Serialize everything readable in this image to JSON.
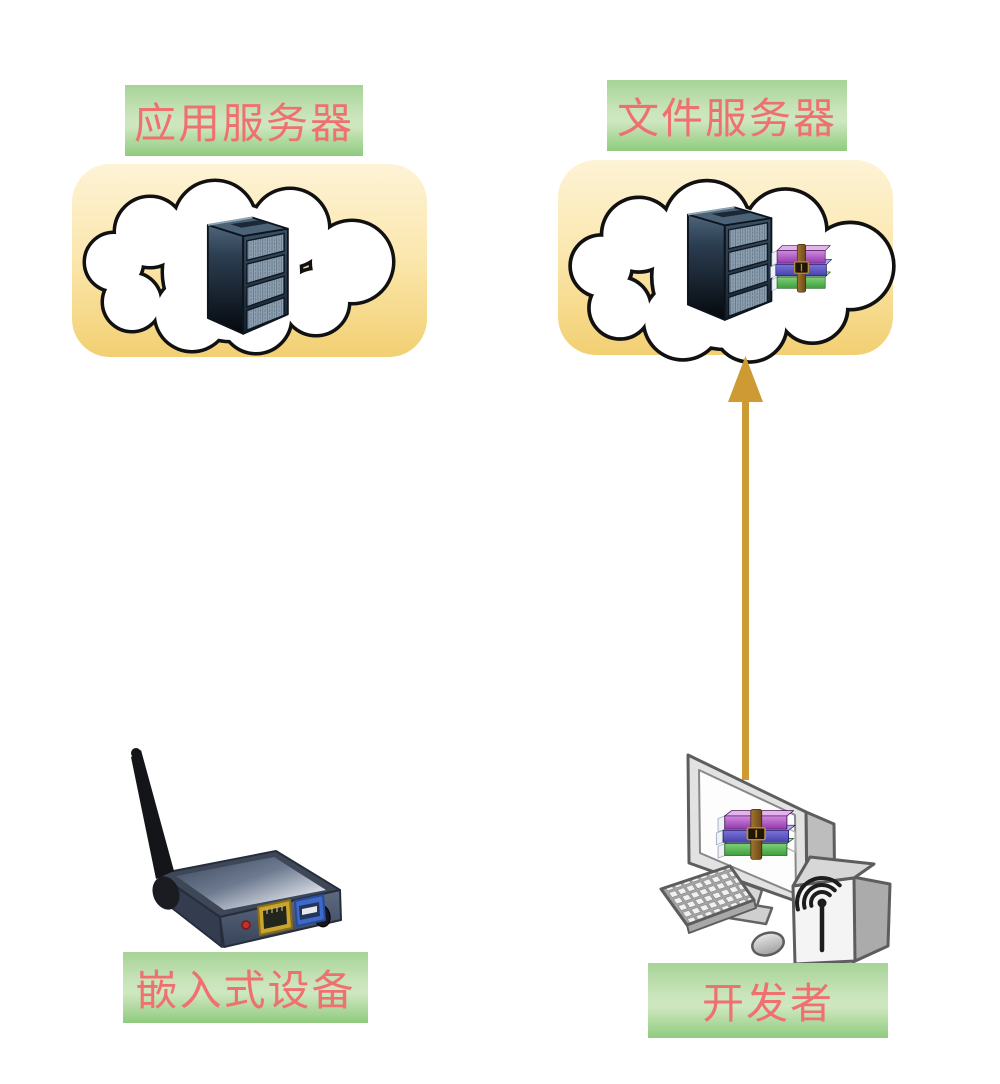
{
  "diagram": {
    "nodes": [
      {
        "id": "app-server",
        "label": "应用服务器",
        "icon": "server-rack-icon",
        "container": "cloud-on-yellow-panel"
      },
      {
        "id": "file-server",
        "label": "文件服务器",
        "icon": "server-rack-with-rar-archive-icon",
        "container": "cloud-on-yellow-panel"
      },
      {
        "id": "embedded-device",
        "label": "嵌入式设备",
        "icon": "wireless-router-icon",
        "container": "none"
      },
      {
        "id": "developer",
        "label": "开发者",
        "icon": "workstation-with-rar-icon",
        "container": "none"
      }
    ],
    "edges": [
      {
        "from": "developer",
        "to": "file-server",
        "type": "arrow",
        "direction": "up",
        "color": "#cd9a34"
      }
    ],
    "colors": {
      "background": "#ffffff",
      "label_background_top": "#a6d397",
      "label_background_middle": "#cfe7c0",
      "label_background_bottom": "#8fcb7e",
      "label_text": "#ee7170",
      "cloud_panel_top": "#fdf3d6",
      "cloud_panel_bottom": "#f2cf72",
      "cloud_fill": "#ffffff",
      "cloud_outline": "#111111",
      "arrow": "#cd9a34"
    }
  }
}
